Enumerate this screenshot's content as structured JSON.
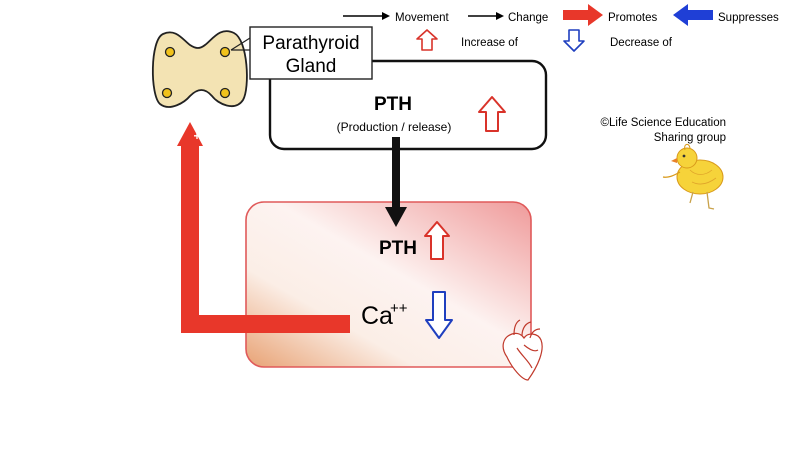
{
  "legend": {
    "movement": "Movement",
    "change": "Change",
    "promotes": "Promotes",
    "suppresses": "Suppresses",
    "increase_of": "Increase of",
    "decrease_of": "Decrease of"
  },
  "gland": {
    "label_line1": "Parathyroid",
    "label_line2": "Gland"
  },
  "pth_box": {
    "title": "PTH",
    "subtitle": "(Production / release)"
  },
  "blood": {
    "pth_label": "PTH",
    "ca_label": "Ca",
    "ca_superscript": "++"
  },
  "feedback_sign": "+",
  "credit": {
    "line1": "©Life Science Education",
    "line2": "Sharing group"
  },
  "colors": {
    "promote_red": "#e8372a",
    "suppress_blue": "#1f3fd6",
    "increase_red": "#d9332a",
    "decrease_blue": "#1f3fbf",
    "gland_fill": "#f3e3b3",
    "blood_box_border": "#e05a5a"
  },
  "icons": [
    "thyroid-gland-icon",
    "heart-icon",
    "chick-illustration"
  ]
}
